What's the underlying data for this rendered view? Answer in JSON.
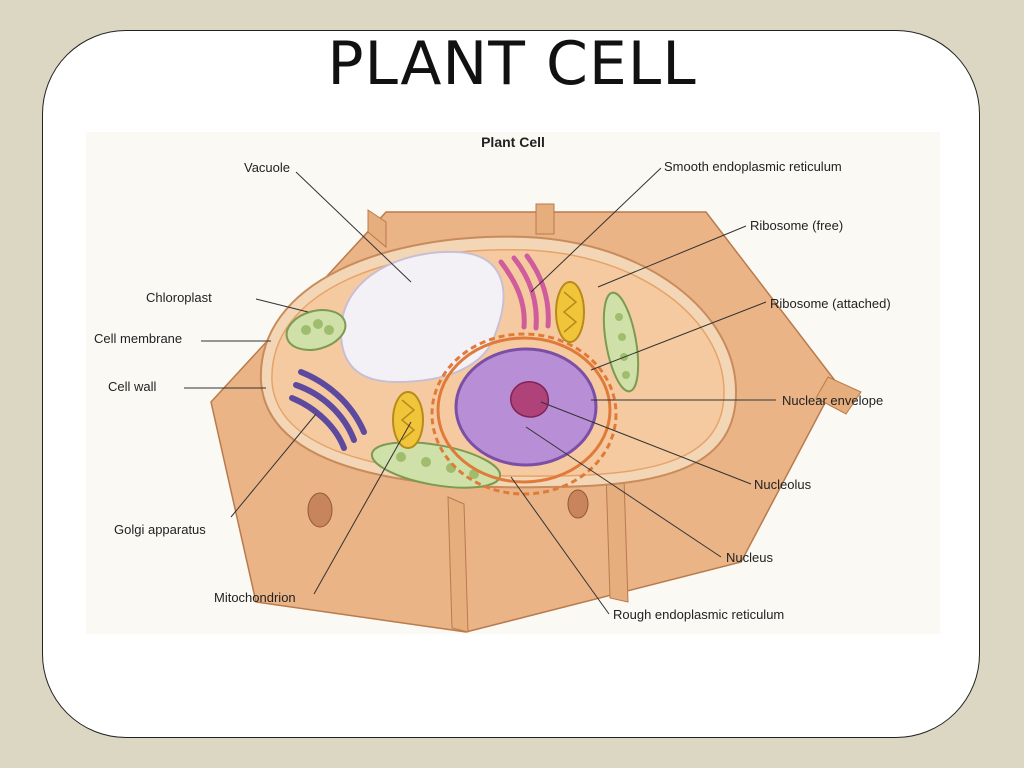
{
  "slide": {
    "title": "PLANT CELL"
  },
  "figure": {
    "title": "Plant Cell",
    "labels": {
      "vacuole": "Vacuole",
      "chloroplast": "Chloroplast",
      "cell_membrane": "Cell membrane",
      "cell_wall": "Cell wall",
      "golgi": "Golgi apparatus",
      "mitochondrion": "Mitochondrion",
      "smooth_er": "Smooth endoplasmic reticulum",
      "ribosome_free": "Ribosome (free)",
      "ribosome_attached": "Ribosome (attached)",
      "nuclear_envelope": "Nuclear envelope",
      "nucleolus": "Nucleolus",
      "nucleus": "Nucleus",
      "rough_er": "Rough endoplasmic reticulum"
    }
  },
  "colors": {
    "background": "#dcd7c3",
    "cell_wall": "#e9b88a",
    "cytoplasm": "#f6cda5",
    "vacuole": "#f3f0f6",
    "chloroplast": "#cfe0a8",
    "golgi": "#6b58a8",
    "mitochondrion": "#f0c53a",
    "nucleus": "#b88fd6",
    "nucleolus": "#b0427a",
    "rough_er": "#e07a3a",
    "smooth_er": "#d05c9a"
  }
}
